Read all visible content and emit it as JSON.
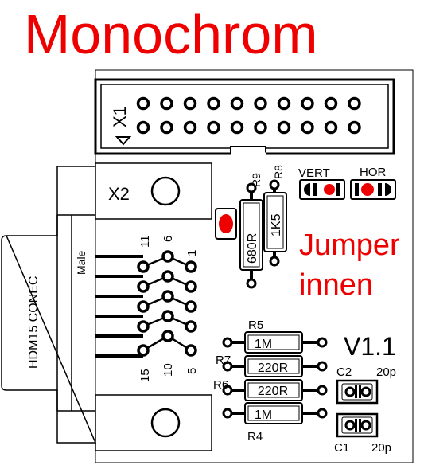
{
  "title": "Monochrom",
  "jumper_note": {
    "line1": "Jumper",
    "line2": "innen"
  },
  "header_label": "X1",
  "mount_label": "X2",
  "connector_label": "HDM15 CONEC",
  "connector_gender": "Male",
  "pin_numbers": {
    "p11": "11",
    "p6": "6",
    "p1": "1",
    "p15": "15",
    "p10": "10",
    "p5": "5"
  },
  "jumpers": {
    "vert": "VERT",
    "hor": "HOR"
  },
  "version": "V1.1",
  "resistors": {
    "r9": {
      "ref": "R9",
      "value": "680R"
    },
    "r8": {
      "ref": "R8",
      "value": "1K5"
    },
    "r5": {
      "ref": "R5",
      "value": "1M"
    },
    "r7": {
      "ref": "R7",
      "value": "220R"
    },
    "r6": {
      "ref": "R6",
      "value": "220R"
    },
    "r4": {
      "ref": "R4",
      "value": "1M"
    }
  },
  "capacitors": {
    "c2": {
      "ref": "C2",
      "value": "20p"
    },
    "c1": {
      "ref": "C1",
      "value": "20p"
    }
  },
  "colors": {
    "annotation": "#ee0000",
    "silkscreen": "#000000",
    "board": "#ffffff"
  }
}
